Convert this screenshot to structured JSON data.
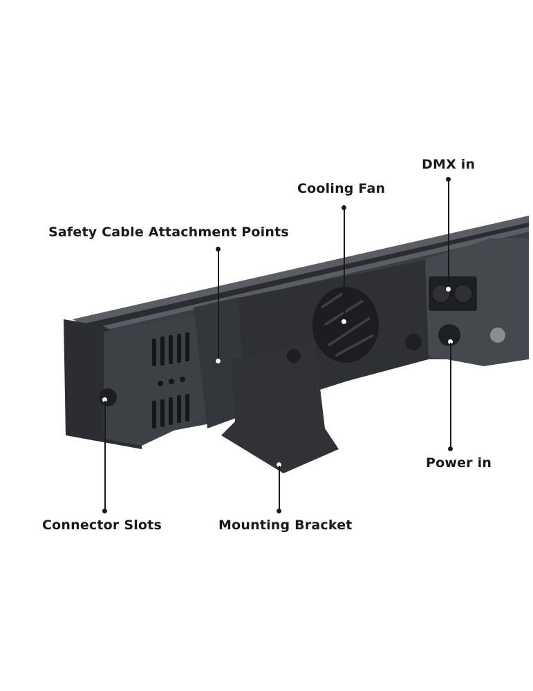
{
  "annotations": {
    "dmx_in": "DMX in",
    "cooling_fan": "Cooling Fan",
    "safety_cable": "Safety Cable Attachment Points",
    "connector_slots": "Connector Slots",
    "mounting_bracket": "Mounting Bracket",
    "power_in": "Power in"
  },
  "colors": {
    "body": "#3a3d42",
    "body_dark": "#26282c",
    "text": "#1a1a1a"
  }
}
